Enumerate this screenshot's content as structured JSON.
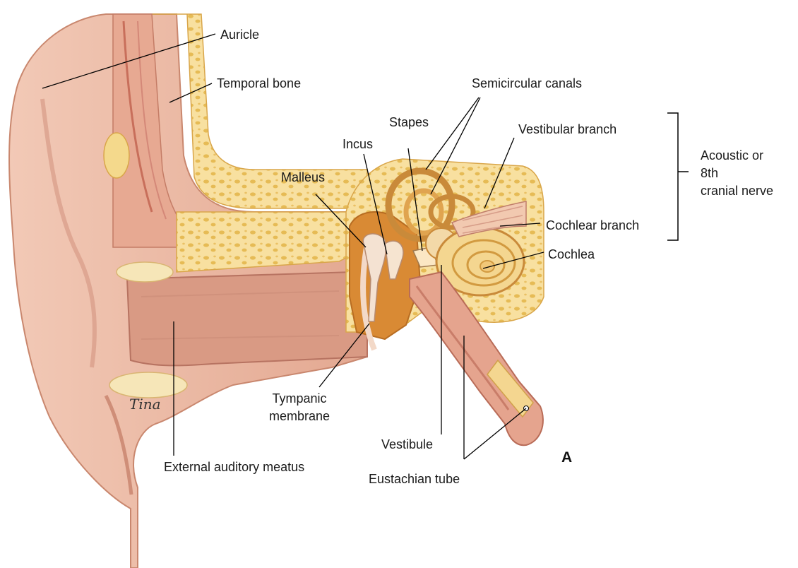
{
  "figure": {
    "panel_letter": "A",
    "signature": "Tina"
  },
  "labels": {
    "auricle": "Auricle",
    "temporal_bone": "Temporal bone",
    "semicircular_canals": "Semicircular canals",
    "stapes": "Stapes",
    "incus": "Incus",
    "malleus": "Malleus",
    "vestibular_branch": "Vestibular branch",
    "cochlear_branch": "Cochlear branch",
    "cochlea": "Cochlea",
    "acoustic_nerve_line1": "Acoustic or",
    "acoustic_nerve_line2": "8th",
    "acoustic_nerve_line3": "cranial nerve",
    "tympanic_membrane_line1": "Tympanic",
    "tympanic_membrane_line2": "membrane",
    "vestibule": "Vestibule",
    "external_auditory_meatus": "External auditory meatus",
    "eustachian_tube": "Eustachian tube"
  },
  "colors": {
    "skin": "#eab69f",
    "skin_dark": "#d99a86",
    "bone": "#f5d98a",
    "bone_dark": "#e2b34a",
    "canal": "#d98f78",
    "middle_ear": "#d7872f",
    "line": "#000000"
  }
}
